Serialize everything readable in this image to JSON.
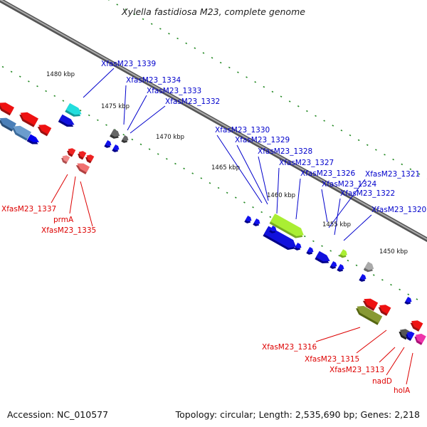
{
  "title": "Xylella fastidiosa M23, complete genome",
  "footer": {
    "accession": "Accession: NC_010577",
    "summary": "Topology: circular; Length: 2,535,690 bp; Genes: 2,218"
  },
  "kbp_labels": [
    "1480 kbp",
    "1475 kbp",
    "1470 kbp",
    "1465 kbp",
    "1460 kbp",
    "1455 kbp",
    "1450 kbp"
  ],
  "colors": {
    "forward_label": "#0000cc",
    "reverse_label": "#dd0000",
    "backbone": "#777777",
    "tick": "#228822"
  },
  "forward_genes": [
    {
      "label": "XfasM23_1339"
    },
    {
      "label": "XfasM23_1334"
    },
    {
      "label": "XfasM23_1333"
    },
    {
      "label": "XfasM23_1332"
    },
    {
      "label": "XfasM23_1330"
    },
    {
      "label": "XfasM23_1329"
    },
    {
      "label": "XfasM23_1328"
    },
    {
      "label": "XfasM23_1327"
    },
    {
      "label": "XfasM23_1326"
    },
    {
      "label": "XfasM23_1324"
    },
    {
      "label": "XfasM23_1321"
    },
    {
      "label": "XfasM23_1322"
    },
    {
      "label": "XfasM23_1320"
    }
  ],
  "reverse_genes": [
    {
      "label": "XfasM23_1337"
    },
    {
      "label": "prmA"
    },
    {
      "label": "XfasM23_1335"
    },
    {
      "label": "XfasM23_1316"
    },
    {
      "label": "XfasM23_1315"
    },
    {
      "label": "XfasM23_1313"
    },
    {
      "label": "nadD"
    },
    {
      "label": "holA"
    }
  ]
}
